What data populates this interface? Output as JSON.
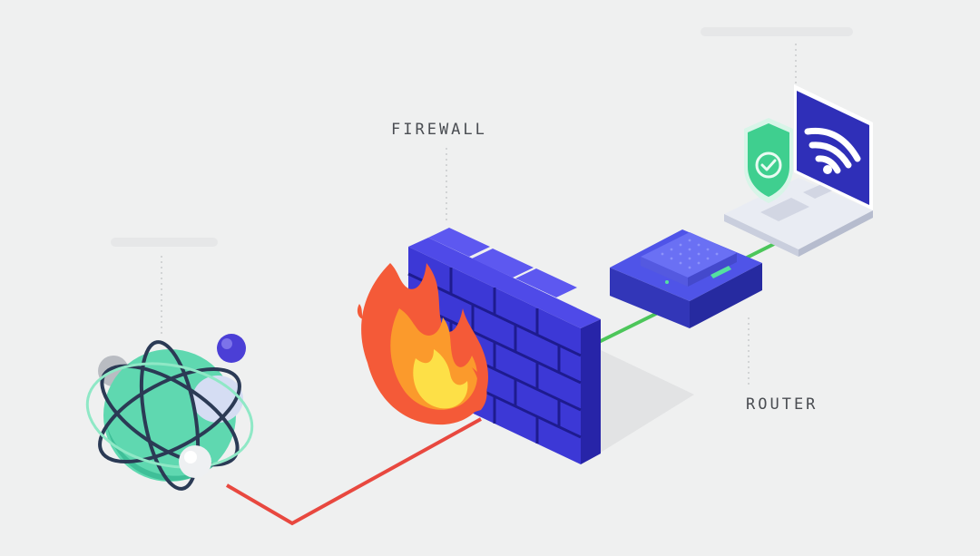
{
  "labels": {
    "firewall": "FIREWALL",
    "router": "ROUTER"
  },
  "nodes": [
    {
      "id": "internet",
      "icon": "globe-icon"
    },
    {
      "id": "firewall",
      "icon": "brick-wall-fire-icon"
    },
    {
      "id": "router",
      "icon": "router-icon"
    },
    {
      "id": "computer",
      "icon": "laptop-wifi-shield-icon"
    }
  ],
  "links": [
    {
      "from": "internet",
      "to": "firewall",
      "status": "unsecured",
      "color": "#e8483f"
    },
    {
      "from": "firewall",
      "to": "router",
      "status": "secured",
      "color": "#4cc65a"
    },
    {
      "from": "router",
      "to": "computer",
      "status": "secured",
      "color": "#4cc65a"
    }
  ],
  "colors": {
    "background": "#eff0f0",
    "wall": "#3c38d6",
    "globe": "#5fd8b0",
    "shield": "#3fcf8f",
    "laptop_screen": "#2f2fb8"
  }
}
